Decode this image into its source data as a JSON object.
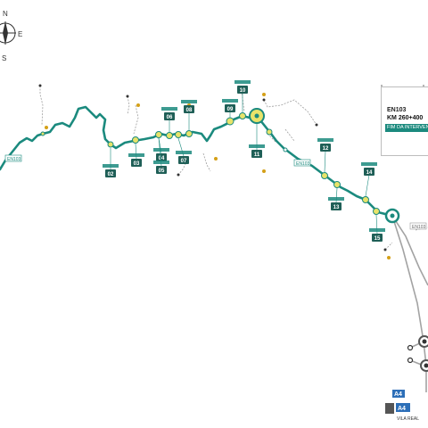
{
  "compass": {
    "north": "N",
    "east": "E",
    "south": "S"
  },
  "callout": {
    "road": "EN103",
    "km": "KM 260+400",
    "fim": "FIM DA INTERVEN"
  },
  "road_labels": [
    {
      "text": "EN103"
    },
    {
      "text": "EN103"
    },
    {
      "text": "EN103"
    }
  ],
  "sections": [
    {
      "num": "02"
    },
    {
      "num": "03"
    },
    {
      "num": "04"
    },
    {
      "num": "05"
    },
    {
      "num": "06"
    },
    {
      "num": "07"
    },
    {
      "num": "08"
    },
    {
      "num": "09"
    },
    {
      "num": "10"
    },
    {
      "num": "11"
    },
    {
      "num": "12"
    },
    {
      "num": "13"
    },
    {
      "num": "14"
    },
    {
      "num": "15"
    }
  ],
  "motorway": {
    "a4_top": "A4",
    "a4_bottom": "A4",
    "vila_real": "VILA REAL"
  },
  "colors": {
    "route": "#1b8a7e",
    "node": "#e8e36a",
    "grey_road": "#9e9e9e",
    "a4": "#2d6fb8"
  }
}
